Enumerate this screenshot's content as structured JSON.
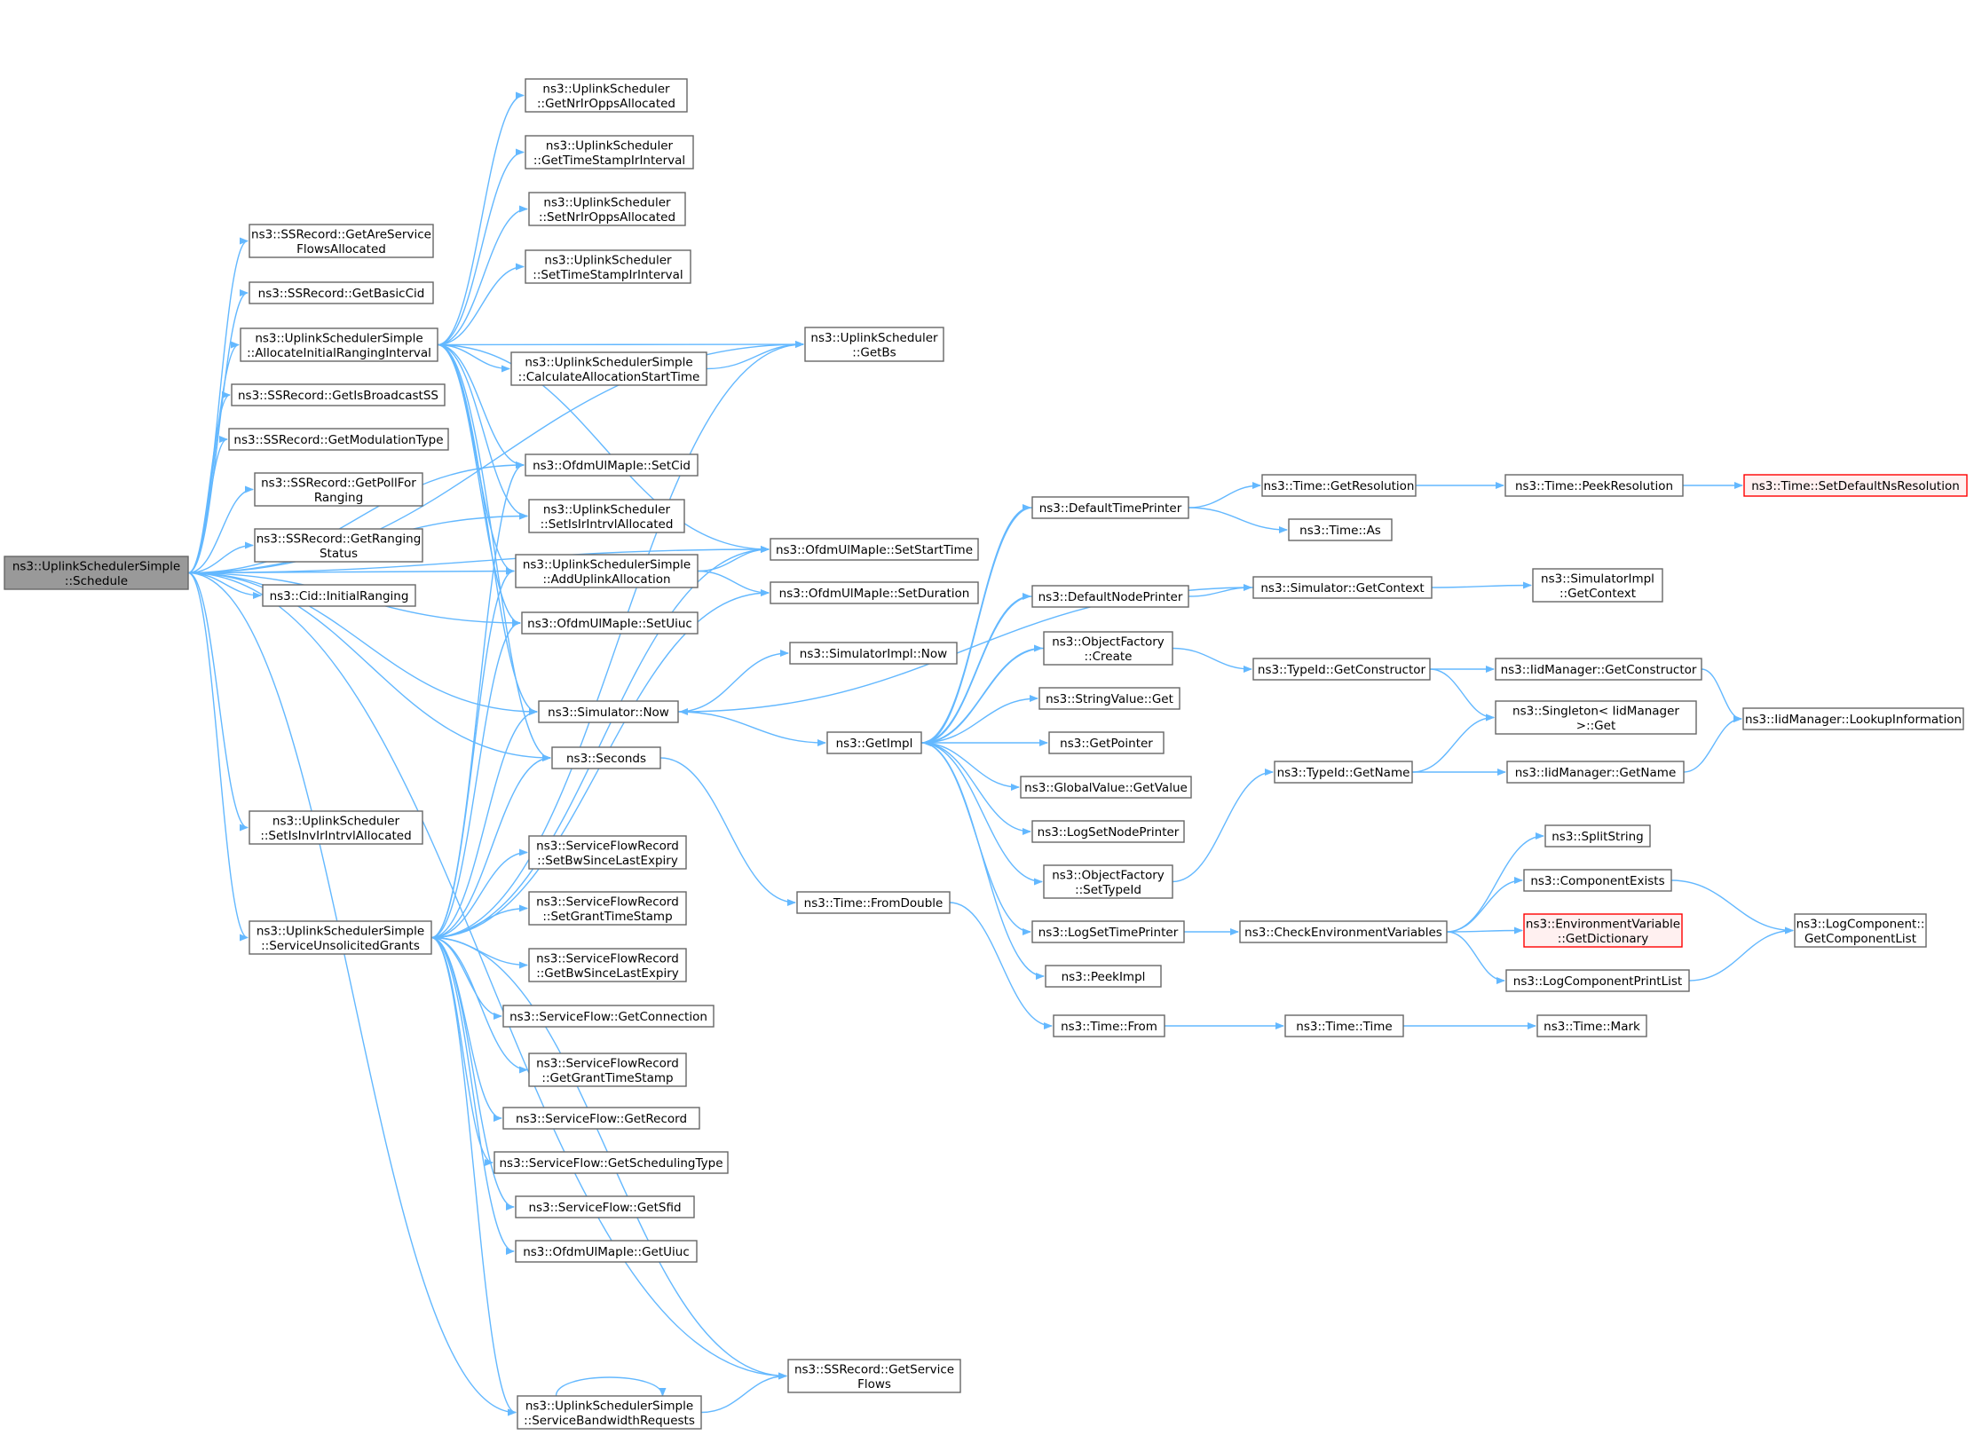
{
  "colors": {
    "edge": "#63b8ff",
    "node_border": "#666666",
    "root_fill": "#999999",
    "highlight_border": "#ff0000",
    "highlight_fill": "#fff0f0"
  },
  "nodes": {
    "schedule": {
      "lines": [
        "ns3::UplinkSchedulerSimple",
        "::Schedule"
      ],
      "style": "root"
    },
    "getAreServiceFlows": {
      "lines": [
        "ns3::SSRecord::GetAreService",
        "FlowsAllocated"
      ]
    },
    "getBasicCid": {
      "lines": [
        "ns3::SSRecord::GetBasicCid"
      ]
    },
    "allocInitRanging": {
      "lines": [
        "ns3::UplinkSchedulerSimple",
        "::AllocateInitialRangingInterval"
      ]
    },
    "getIsBroadcastSS": {
      "lines": [
        "ns3::SSRecord::GetIsBroadcastSS"
      ]
    },
    "getModulationType": {
      "lines": [
        "ns3::SSRecord::GetModulationType"
      ]
    },
    "getPollForRanging": {
      "lines": [
        "ns3::SSRecord::GetPollFor",
        "Ranging"
      ]
    },
    "getRangingStatus": {
      "lines": [
        "ns3::SSRecord::GetRanging",
        "Status"
      ]
    },
    "initialRanging": {
      "lines": [
        "ns3::Cid::InitialRanging"
      ]
    },
    "setIsInvIrIntrvl": {
      "lines": [
        "ns3::UplinkScheduler",
        "::SetIsInvIrIntrvlAllocated"
      ]
    },
    "serviceUnsolicited": {
      "lines": [
        "ns3::UplinkSchedulerSimple",
        "::ServiceUnsolicitedGrants"
      ]
    },
    "getNrIrOpps": {
      "lines": [
        "ns3::UplinkScheduler",
        "::GetNrIrOppsAllocated"
      ]
    },
    "getTimeStampIr": {
      "lines": [
        "ns3::UplinkScheduler",
        "::GetTimeStampIrInterval"
      ]
    },
    "setNrIrOpps": {
      "lines": [
        "ns3::UplinkScheduler",
        "::SetNrIrOppsAllocated"
      ]
    },
    "setTimeStampIr": {
      "lines": [
        "ns3::UplinkScheduler",
        "::SetTimeStampIrInterval"
      ]
    },
    "calcAllocStart": {
      "lines": [
        "ns3::UplinkSchedulerSimple",
        "::CalculateAllocationStartTime"
      ]
    },
    "setCid": {
      "lines": [
        "ns3::OfdmUlMapIe::SetCid"
      ]
    },
    "setIsIrIntrvl": {
      "lines": [
        "ns3::UplinkScheduler",
        "::SetIsIrIntrvlAllocated"
      ]
    },
    "addUplinkAlloc": {
      "lines": [
        "ns3::UplinkSchedulerSimple",
        "::AddUplinkAllocation"
      ]
    },
    "setUiuc": {
      "lines": [
        "ns3::OfdmUlMapIe::SetUiuc"
      ]
    },
    "simNow": {
      "lines": [
        "ns3::Simulator::Now"
      ]
    },
    "seconds": {
      "lines": [
        "ns3::Seconds"
      ]
    },
    "setBwSince": {
      "lines": [
        "ns3::ServiceFlowRecord",
        "::SetBwSinceLastExpiry"
      ]
    },
    "setGrantTs": {
      "lines": [
        "ns3::ServiceFlowRecord",
        "::SetGrantTimeStamp"
      ]
    },
    "getBwSince": {
      "lines": [
        "ns3::ServiceFlowRecord",
        "::GetBwSinceLastExpiry"
      ]
    },
    "getConnection": {
      "lines": [
        "ns3::ServiceFlow::GetConnection"
      ]
    },
    "getGrantTs": {
      "lines": [
        "ns3::ServiceFlowRecord",
        "::GetGrantTimeStamp"
      ]
    },
    "getRecord": {
      "lines": [
        "ns3::ServiceFlow::GetRecord"
      ]
    },
    "getSchedType": {
      "lines": [
        "ns3::ServiceFlow::GetSchedulingType"
      ]
    },
    "getSfid": {
      "lines": [
        "ns3::ServiceFlow::GetSfid"
      ]
    },
    "getUiuc": {
      "lines": [
        "ns3::OfdmUlMapIe::GetUiuc"
      ]
    },
    "serviceBwReq": {
      "lines": [
        "ns3::UplinkSchedulerSimple",
        "::ServiceBandwidthRequests"
      ]
    },
    "getBs": {
      "lines": [
        "ns3::UplinkScheduler",
        "::GetBs"
      ]
    },
    "setStartTime": {
      "lines": [
        "ns3::OfdmUlMapIe::SetStartTime"
      ]
    },
    "setDuration": {
      "lines": [
        "ns3::OfdmUlMapIe::SetDuration"
      ]
    },
    "simImplNow": {
      "lines": [
        "ns3::SimulatorImpl::Now"
      ]
    },
    "getImpl": {
      "lines": [
        "ns3::GetImpl"
      ]
    },
    "timeFromDouble": {
      "lines": [
        "ns3::Time::FromDouble"
      ]
    },
    "getServiceFlows": {
      "lines": [
        "ns3::SSRecord::GetService",
        "Flows"
      ]
    },
    "defaultTimePrinter": {
      "lines": [
        "ns3::DefaultTimePrinter"
      ]
    },
    "defaultNodePrinter": {
      "lines": [
        "ns3::DefaultNodePrinter"
      ]
    },
    "objFactoryCreate": {
      "lines": [
        "ns3::ObjectFactory",
        "::Create"
      ]
    },
    "stringValueGet": {
      "lines": [
        "ns3::StringValue::Get"
      ]
    },
    "getPointer": {
      "lines": [
        "ns3::GetPointer"
      ]
    },
    "globalValueGet": {
      "lines": [
        "ns3::GlobalValue::GetValue"
      ]
    },
    "logSetNodePrinter": {
      "lines": [
        "ns3::LogSetNodePrinter"
      ]
    },
    "objFactorySetTypeId": {
      "lines": [
        "ns3::ObjectFactory",
        "::SetTypeId"
      ]
    },
    "logSetTimePrinter": {
      "lines": [
        "ns3::LogSetTimePrinter"
      ]
    },
    "peekImpl": {
      "lines": [
        "ns3::PeekImpl"
      ]
    },
    "timeFrom": {
      "lines": [
        "ns3::Time::From"
      ]
    },
    "timeGetResolution": {
      "lines": [
        "ns3::Time::GetResolution"
      ]
    },
    "timeAs": {
      "lines": [
        "ns3::Time::As"
      ]
    },
    "simGetContext": {
      "lines": [
        "ns3::Simulator::GetContext"
      ]
    },
    "typeIdGetConstructor": {
      "lines": [
        "ns3::TypeId::GetConstructor"
      ]
    },
    "typeIdGetName": {
      "lines": [
        "ns3::TypeId::GetName"
      ]
    },
    "checkEnvVars": {
      "lines": [
        "ns3::CheckEnvironmentVariables"
      ]
    },
    "timeTime": {
      "lines": [
        "ns3::Time::Time"
      ]
    },
    "timePeekResolution": {
      "lines": [
        "ns3::Time::PeekResolution"
      ]
    },
    "simImplGetContext": {
      "lines": [
        "ns3::SimulatorImpl",
        "::GetContext"
      ]
    },
    "iidGetConstructor": {
      "lines": [
        "ns3::IidManager::GetConstructor"
      ]
    },
    "singletonGet": {
      "lines": [
        "ns3::Singleton< IidManager",
        ">::Get"
      ]
    },
    "iidGetName": {
      "lines": [
        "ns3::IidManager::GetName"
      ]
    },
    "splitString": {
      "lines": [
        "ns3::SplitString"
      ]
    },
    "componentExists": {
      "lines": [
        "ns3::ComponentExists"
      ]
    },
    "envGetDictionary": {
      "lines": [
        "ns3::EnvironmentVariable",
        "::GetDictionary"
      ],
      "style": "red"
    },
    "logComponentPrintList": {
      "lines": [
        "ns3::LogComponentPrintList"
      ]
    },
    "timeMark": {
      "lines": [
        "ns3::Time::Mark"
      ]
    },
    "setDefaultNsRes": {
      "lines": [
        "ns3::Time::SetDefaultNsResolution"
      ],
      "style": "red"
    },
    "iidLookupInfo": {
      "lines": [
        "ns3::IidManager::LookupInformation"
      ]
    },
    "logCompGetList": {
      "lines": [
        "ns3::LogComponent::",
        "GetComponentList"
      ]
    }
  }
}
